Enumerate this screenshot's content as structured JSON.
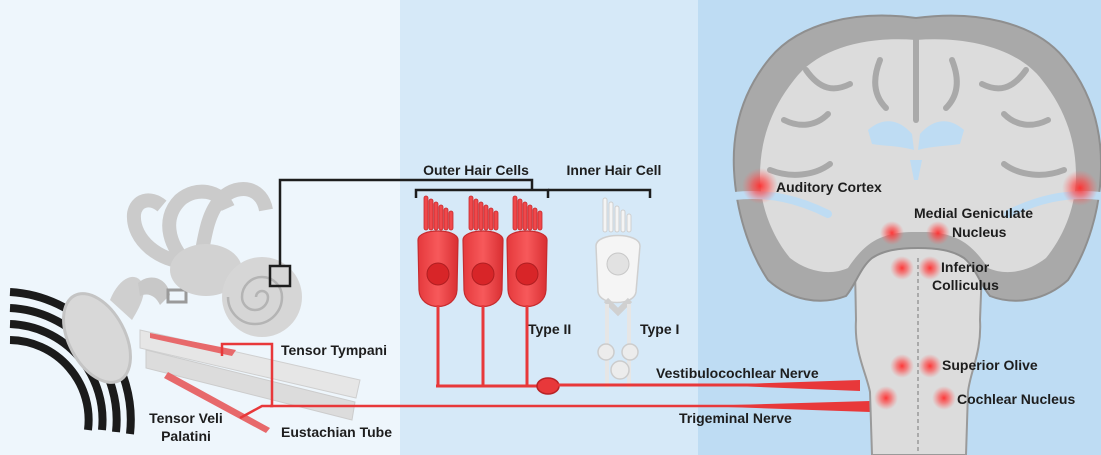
{
  "labels": {
    "outer_hair_cells": "Outer Hair Cells",
    "inner_hair_cell": "Inner Hair Cell",
    "type_ii": "Type II",
    "type_i": "Type I",
    "tensor_tympani": "Tensor Tympani",
    "tensor_veli_line1": "Tensor Veli",
    "tensor_veli_line2": "Palatini",
    "eustachian_tube": "Eustachian Tube",
    "vestibulocochlear_nerve": "Vestibulocochlear Nerve",
    "trigeminal_nerve": "Trigeminal Nerve",
    "auditory_cortex": "Auditory Cortex",
    "medial_geniculate_line1": "Medial Geniculate",
    "medial_geniculate_line2": "Nucleus",
    "inferior_colliculus_line1": "Inferior",
    "inferior_colliculus_line2": "Colliculus",
    "superior_olive": "Superior Olive",
    "cochlear_nucleus": "Cochlear Nucleus"
  },
  "colors": {
    "panel_left": "#eef6fc",
    "panel_middle": "#d6e9f8",
    "panel_right": "#bedcf3",
    "accent_red": "#e8383a",
    "hair_cell_red": "#f0484b",
    "brain_gray": "#a9a9a9",
    "brain_light": "#dcdcdc"
  }
}
